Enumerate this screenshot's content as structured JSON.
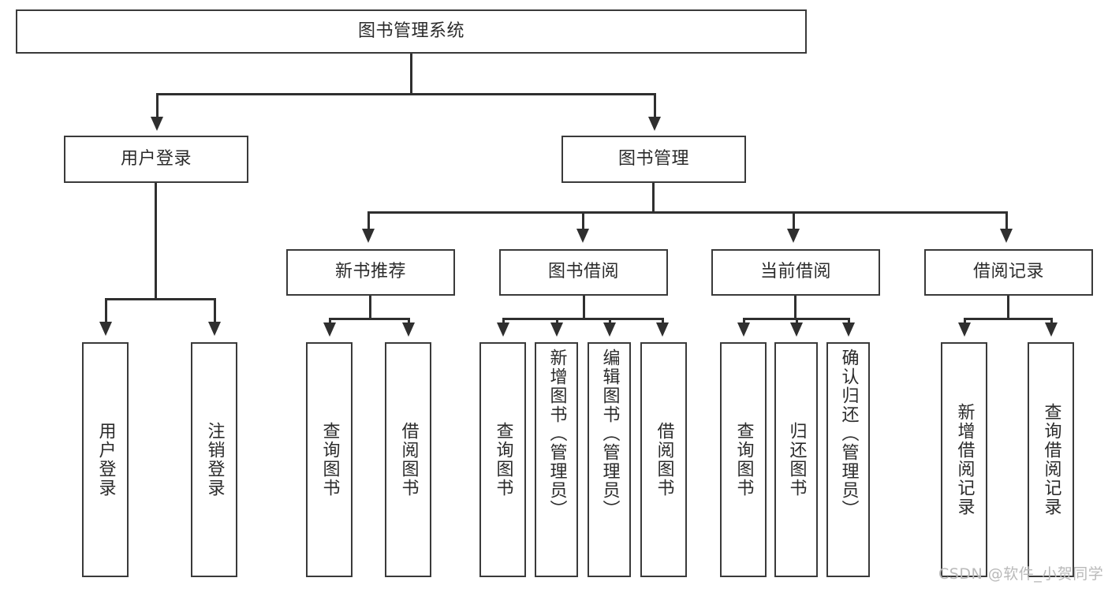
{
  "diagram": {
    "title_node": {
      "label": "图书管理系统"
    },
    "level2": [
      {
        "label": "用户登录"
      },
      {
        "label": "图书管理"
      }
    ],
    "level3": [
      {
        "label": "新书推荐"
      },
      {
        "label": "图书借阅"
      },
      {
        "label": "当前借阅"
      },
      {
        "label": "借阅记录"
      }
    ],
    "leaves": {
      "user_login": [
        {
          "label": "用户登录"
        },
        {
          "label": "注销登录"
        }
      ],
      "new_book_recommend": [
        {
          "label": "查询图书"
        },
        {
          "label": "借阅图书"
        }
      ],
      "book_borrow": [
        {
          "label": "查询图书"
        },
        {
          "label": "新增图书（管理员）"
        },
        {
          "label": "编辑图书（管理员）"
        },
        {
          "label": "借阅图书"
        }
      ],
      "current_borrow": [
        {
          "label": "查询图书"
        },
        {
          "label": "归还图书"
        },
        {
          "label": "确认归还（管理员）"
        }
      ],
      "borrow_record": [
        {
          "label": "新增借阅记录"
        },
        {
          "label": "查询借阅记录"
        }
      ]
    }
  },
  "watermark": {
    "text": "CSDN @软件_小贺同学"
  },
  "colors": {
    "box_border": "#3a3a3a",
    "connector": "#2f2f2f",
    "text": "#2b2b2b",
    "background": "#ffffff",
    "watermark": "#b9b9b9"
  }
}
